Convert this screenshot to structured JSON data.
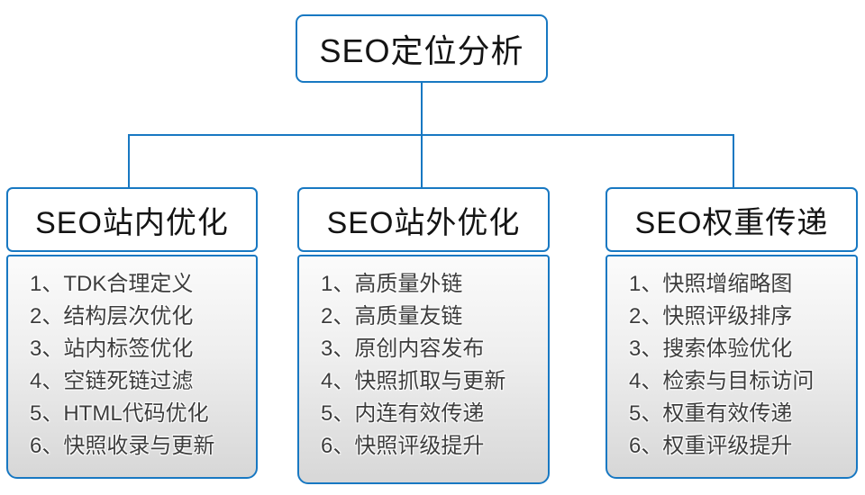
{
  "diagram": {
    "root": {
      "label": "SEO定位分析"
    },
    "columns": [
      {
        "header": "SEO站内优化",
        "items": [
          "1、TDK合理定义",
          "2、结构层次优化",
          "3、站内标签优化",
          "4、空链死链过滤",
          "5、HTML代码优化",
          "6、快照收录与更新"
        ]
      },
      {
        "header": "SEO站外优化",
        "items": [
          "1、高质量外链",
          "2、高质量友链",
          "3、原创内容发布",
          "4、快照抓取与更新",
          "5、内连有效传递",
          "6、快照评级提升"
        ]
      },
      {
        "header": "SEO权重传递",
        "items": [
          "1、快照增缩略图",
          "2、快照评级排序",
          "3、搜索体验优化",
          "4、检索与目标访问",
          "5、权重有效传递",
          "6、权重评级提升"
        ]
      }
    ],
    "colors": {
      "accent": "#1878c2",
      "list_text": "#3d3d3d",
      "list_bg_top": "#fbfbfb",
      "list_bg_bottom": "#d7d7d7",
      "node_bg": "#ffffff"
    }
  }
}
